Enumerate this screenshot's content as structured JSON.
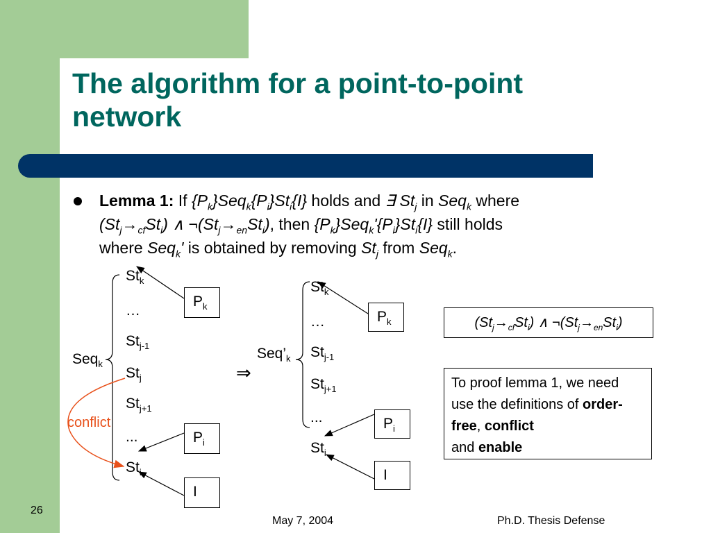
{
  "slide": {
    "title": "The algorithm for a point-to-point network",
    "page_number": "26",
    "footer_date": "May 7, 2004",
    "footer_event": "Ph.D. Thesis Defense"
  },
  "lemma": {
    "label": "Lemma 1:",
    "text": "If {Pk}Seqk{Pi}Sti{I} holds and ∃ Stj in Seqk where (Stj→cfSti) ∧ ¬(Stj→enSti), then {Pk}Seqk'{Pi}Sti{I} still holds where Seqk' is obtained by removing Stj from Seqk."
  },
  "left_diagram": {
    "seq_label": "Seqk",
    "items": [
      "Stk",
      "…",
      "Stj-1",
      "Stj",
      "Stj+1",
      "...",
      "Sti"
    ],
    "boxes": [
      "Pk",
      "Pi",
      "I"
    ],
    "conflict_label": "conflict"
  },
  "implies_symbol": "⇒",
  "right_diagram": {
    "seq_label": "Seq’k",
    "items": [
      "Stk",
      "…",
      "Stj-1",
      "Stj+1",
      "...",
      "Sti"
    ],
    "boxes": [
      "Pk",
      "Pi",
      "I"
    ]
  },
  "condition_box": "(Stj→cfSti) ∧ ¬(Stj→enSti)",
  "note": {
    "text_1": "To proof lemma 1, we need use the definitions of",
    "bold_1": "order-free",
    "comma": ",",
    "bold_2": "conflict",
    "and": "and",
    "bold_3": "enable"
  },
  "colors": {
    "green_frame": "#a3cc96",
    "title": "#00665e",
    "bar": "#003366",
    "conflict": "#e8501a"
  }
}
